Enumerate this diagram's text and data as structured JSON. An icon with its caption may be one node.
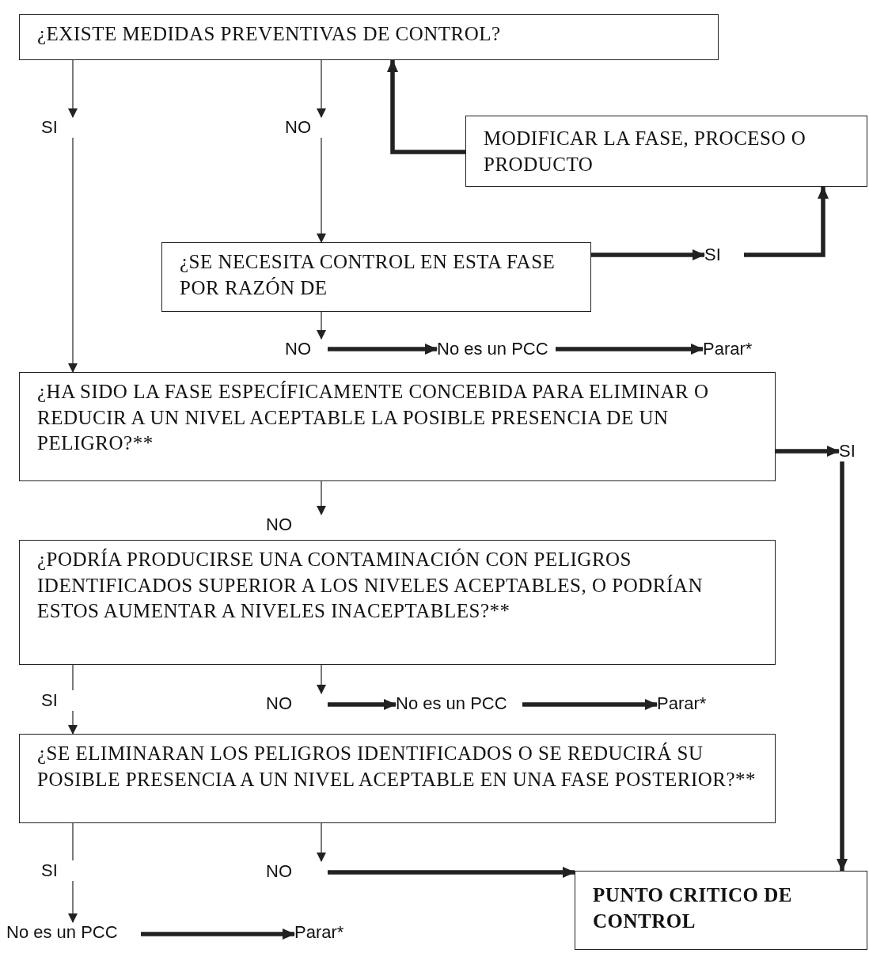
{
  "diagram": {
    "nodes": [
      {
        "text": [
          "¿EXISTE MEDIDAS PREVENTIVAS DE CONTROL?"
        ]
      },
      {
        "text": [
          "SI"
        ]
      },
      {
        "text": [
          "NO"
        ]
      },
      {
        "text": [
          "MODIFICAR LA FASE, PROCESO O PRODUCTO"
        ]
      },
      {
        "text": [
          "¿SE NECESITA CONTROL EN ESTA FASE POR RAZÓN DE"
        ]
      },
      {
        "text": [
          "SI"
        ]
      },
      {
        "text": [
          "NO"
        ]
      },
      {
        "text": [
          "No es un PCC"
        ]
      },
      {
        "text": [
          "Parar*"
        ]
      },
      {
        "text": [
          "¿HA SIDO LA FASE ESPECÍFICAMENTE CONCEBIDA PARA ELIMINAR O REDUCIR A UN NIVEL ACEPTABLE LA POSIBLE PRESENCIA DE UN PELIGRO?**"
        ]
      },
      {
        "text": [
          "SI"
        ]
      },
      {
        "text": [
          "NO"
        ]
      },
      {
        "text": [
          "¿PODRÍA PRODUCIRSE UNA CONTAMINACIÓN CON PELIGROS IDENTIFICADOS SUPERIOR A LOS NIVELES ACEPTABLES, O PODRÍAN ESTOS AUMENTAR A NIVELES INACEPTABLES?**"
        ]
      },
      {
        "text": [
          "SI"
        ]
      },
      {
        "text": [
          "NO"
        ]
      },
      {
        "text": [
          "No es un PCC"
        ]
      },
      {
        "text": [
          "Parar*"
        ]
      },
      {
        "text": [
          "¿SE ELIMINARAN LOS PELIGROS IDENTIFICADOS O SE REDUCIRÁ SU POSIBLE PRESENCIA A UN NIVEL ACEPTABLE EN UNA FASE POSTERIOR?**"
        ]
      },
      {
        "text": [
          "SI"
        ]
      },
      {
        "text": [
          "NO"
        ]
      },
      {
        "text": [
          "PUNTO CRITICO DE CONTROL"
        ]
      },
      {
        "text": [
          "No es un PCC"
        ]
      },
      {
        "text": [
          "Parar*"
        ]
      }
    ],
    "edges": [
      {
        "from": 0,
        "to": 1,
        "arrow": "to"
      },
      {
        "from": 0,
        "to": 2,
        "arrow": "to"
      },
      {
        "from": 1,
        "to": 9,
        "arrow": "to"
      },
      {
        "from": 2,
        "to": 4,
        "arrow": "to"
      },
      {
        "from": 3,
        "to": 0,
        "arrow": "to",
        "style": "thick"
      },
      {
        "from": 4,
        "to": 5,
        "arrow": "to",
        "style": "thick"
      },
      {
        "from": 5,
        "to": 3,
        "arrow": "to",
        "style": "thick"
      },
      {
        "from": 4,
        "to": 6,
        "arrow": "to"
      },
      {
        "from": 6,
        "to": 7,
        "arrow": "to",
        "style": "thick"
      },
      {
        "from": 7,
        "to": 8,
        "arrow": "to",
        "style": "thick"
      },
      {
        "from": 9,
        "to": 10,
        "arrow": "to",
        "style": "thick"
      },
      {
        "from": 10,
        "to": 20,
        "arrow": "to",
        "style": "thick"
      },
      {
        "from": 9,
        "to": 11,
        "arrow": "to"
      },
      {
        "from": 12,
        "to": 13,
        "arrow": "none"
      },
      {
        "from": 13,
        "to": 17,
        "arrow": "to"
      },
      {
        "from": 12,
        "to": 14,
        "arrow": "to"
      },
      {
        "from": 14,
        "to": 15,
        "arrow": "to",
        "style": "thick"
      },
      {
        "from": 15,
        "to": 16,
        "arrow": "to",
        "style": "thick"
      },
      {
        "from": 17,
        "to": 18,
        "arrow": "none"
      },
      {
        "from": 18,
        "to": 21,
        "arrow": "to"
      },
      {
        "from": 17,
        "to": 19,
        "arrow": "to"
      },
      {
        "from": 19,
        "to": 20,
        "arrow": "to",
        "style": "thick"
      },
      {
        "from": 21,
        "to": 22,
        "arrow": "to",
        "style": "thick"
      }
    ]
  }
}
